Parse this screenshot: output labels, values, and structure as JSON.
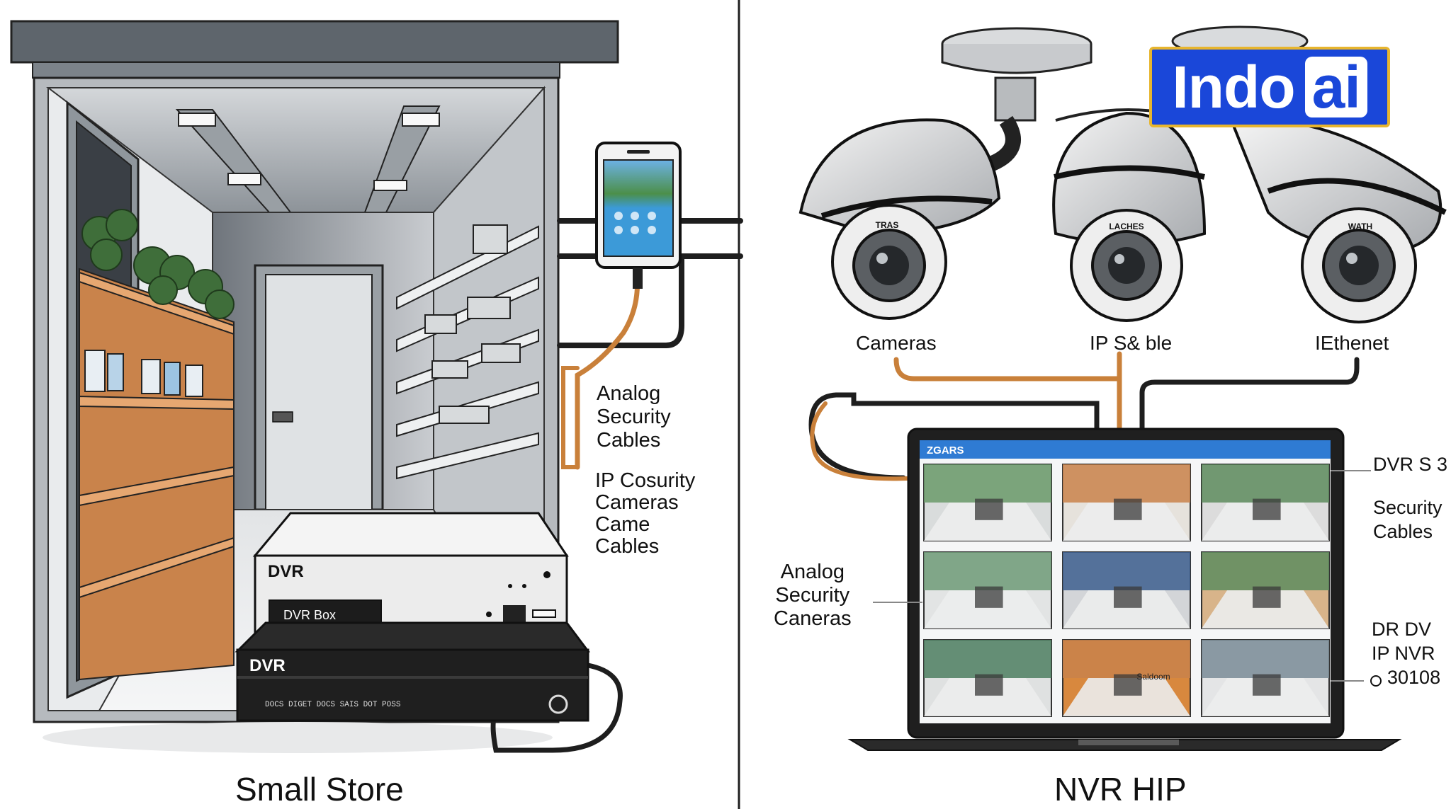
{
  "brand": {
    "logo_main": "Indo",
    "logo_accent": "ai"
  },
  "left_panel": {
    "caption": "Small Store",
    "labels": {
      "analog": [
        "Analog",
        "Security",
        "Cables"
      ],
      "ip": [
        "IP Cosurity",
        "Cameras",
        "Came",
        "Cables"
      ]
    },
    "devices": {
      "dvr_top": "DVR",
      "dvr_top_display": "DVR Box",
      "dvr_bottom": "DVR",
      "dvr_bottom_ports": "DOCS DIGET  DOCS        SAIS   DOT           POSS"
    }
  },
  "right_panel": {
    "caption": "NVR HIP",
    "camera_labels": [
      "Cameras",
      "IP S& ble",
      "IEthenet"
    ],
    "camera_brand_marks": [
      "TRAS",
      "LACHES",
      "WATH"
    ],
    "monitor_title": "ZGARS",
    "left_label": [
      "Analog",
      "Security",
      "Caneras"
    ],
    "right_labels": {
      "top": "DVR S 3",
      "mid": [
        "Security",
        "Cables"
      ],
      "bottom": [
        "DR  DV",
        "IP  NVR",
        "30108"
      ]
    },
    "screen_sign": "Saldoom"
  },
  "colors": {
    "cable_orange": "#c9803a",
    "cable_black": "#1e1e1e",
    "wood": "#c9834b",
    "titlebar_blue": "#2f7bd3",
    "logo_blue": "#1a47d9",
    "logo_border": "#e7b52e"
  }
}
